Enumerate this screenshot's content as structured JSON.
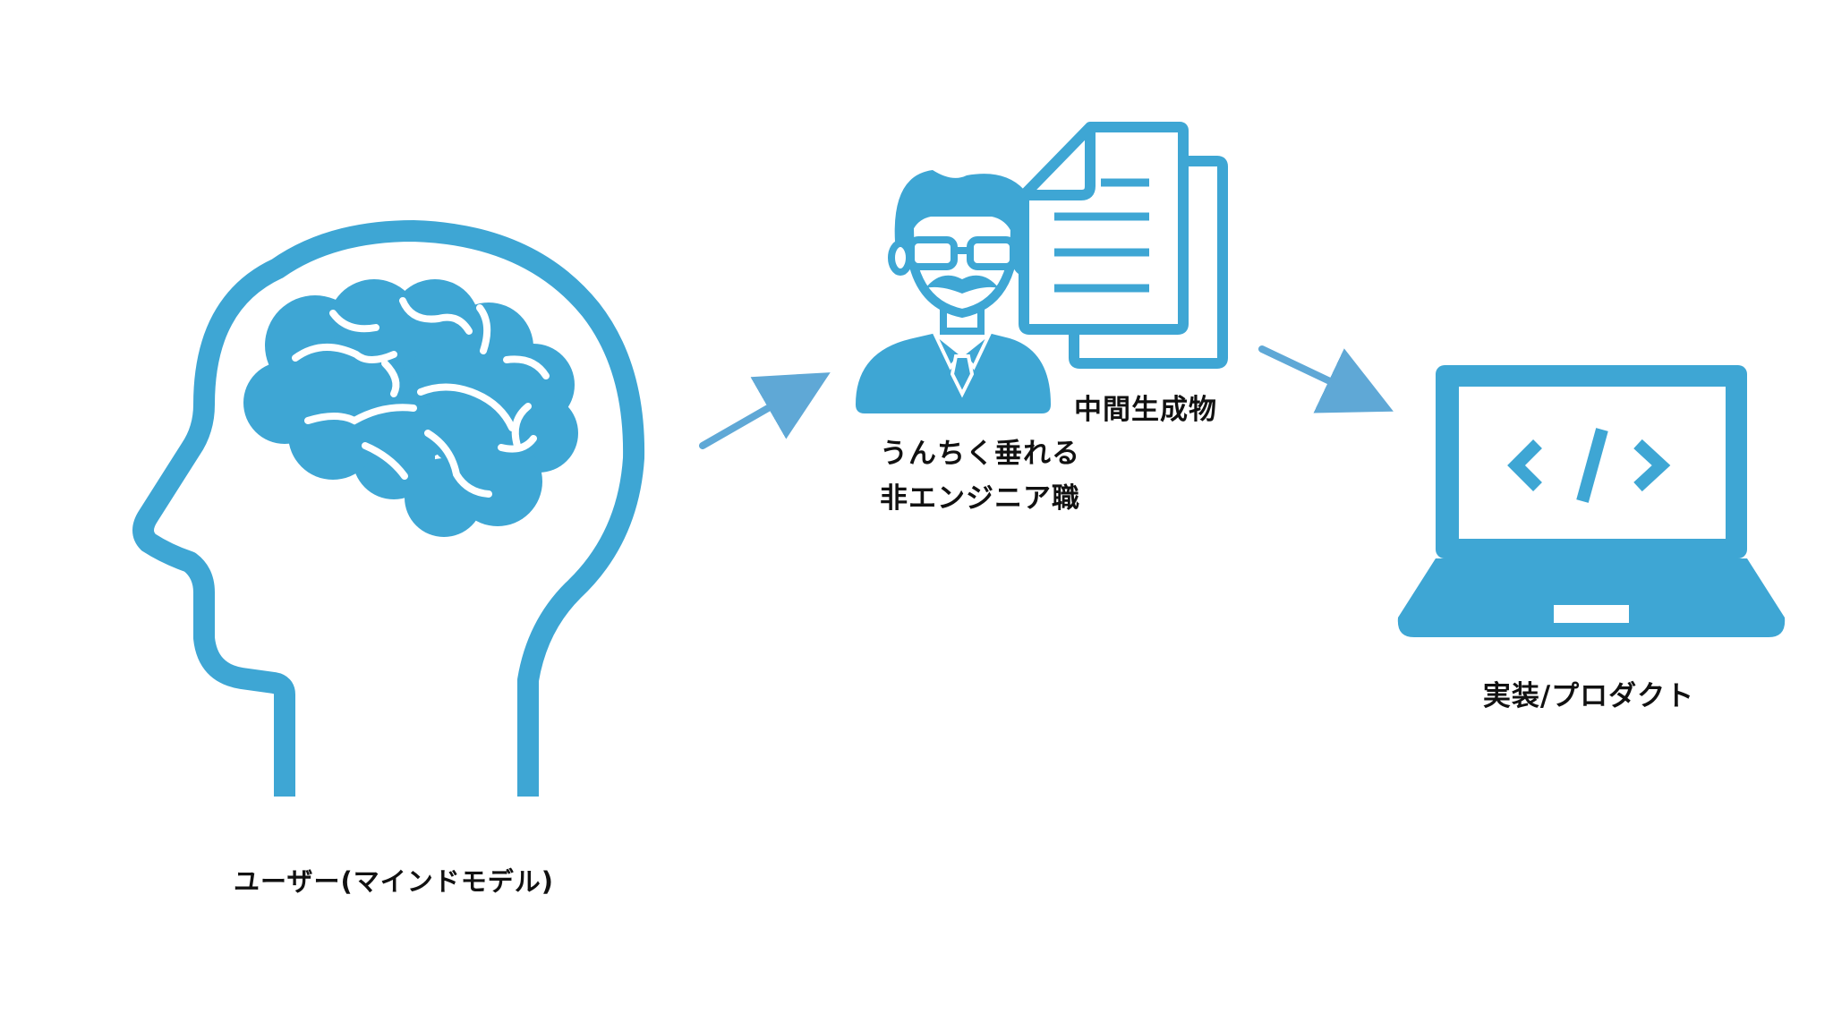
{
  "colors": {
    "icon": "#3ea6d4",
    "arrow": "#5fa8d6",
    "text": "#111111",
    "background": "#ffffff"
  },
  "nodes": {
    "user": {
      "icon": "head-brain-icon",
      "label": "ユーザー(マインドモデル)"
    },
    "person": {
      "icon": "man-glasses-mustache-icon",
      "label_line1": "うんちく垂れる",
      "label_line2": "非エンジニア職"
    },
    "docs": {
      "icon": "documents-icon",
      "label": "中間生成物"
    },
    "product": {
      "icon": "laptop-code-icon",
      "label": "実装/プロダクト"
    }
  }
}
